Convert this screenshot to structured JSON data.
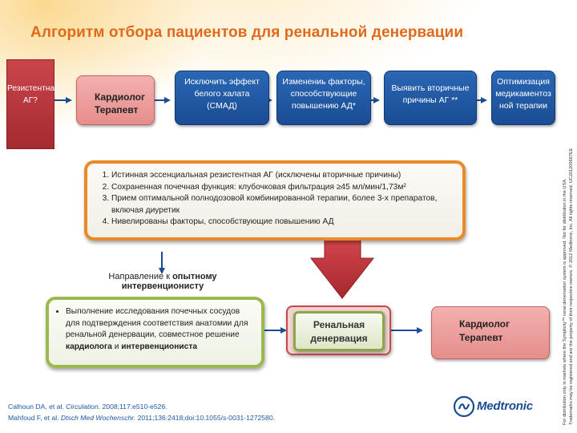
{
  "title": "Алгоритм отбора пациентов для ренальной денервации",
  "flow": {
    "resistant": "Резистентная АГ?",
    "cardiologist_top": "Кардиолог Терапевт",
    "exclude_white_coat": "Исключить эффект белого халата (СМАД)",
    "change_factors": "Изменениь факторы, способствующие повышению АД*",
    "secondary_causes": "Выявить вторичные причины АГ **",
    "optimize": "Оптимизация медикаментоз ной терапии"
  },
  "criteria": [
    "Истинная эссенциальная резистентная АГ (исключены вторичные причины)",
    "Сохраненная почечная функция: клубочковая фильтрация ≥45 мл/мин/1,73м²",
    "Прием оптимальной полнодозовой комбинированной терапии, более 3-х препаратов, включая диуретик",
    "Нивелированы факторы, способствующие повышению АД"
  ],
  "referral": {
    "line1_plain": "Направление к ",
    "line1_bold": "опытному",
    "line2_bold": "интервенционисту"
  },
  "consult": {
    "text": "Выполнение исследования почечных сосудов для подтверждения соответствия анатомии для ренальной денервации, совместное решение ",
    "bold1": "кардиолога",
    "mid": " и ",
    "bold2": "интервенциониста"
  },
  "renal": "Ренальная денервация",
  "cardiologist_bottom": "Кардиолог Терапевт",
  "references": {
    "ref1_authors": "Calhoun DA,  et al. ",
    "ref1_journal": "Circulation.",
    "ref1_rest": " 2008;117:e510-e526.",
    "ref2_authors": "Mahfoud F, et al. ",
    "ref2_journal": "Dtsch Med Wochenschr.",
    "ref2_rest": " 2011;136:2418;doi:10.1055/s-0031-1272580."
  },
  "logo": {
    "name": "Medtronic"
  },
  "disclaimer": {
    "line1": "For distribution only in markets where the Symplicity™ renal denervation system is approved. Not for distribution in the USA.",
    "line2": "Trademarks may be registered and are the property of their respective owners. © 2012 Medtronic, Inc. All rights reserved. UC201205667EE"
  },
  "colors": {
    "title": "#e06a1b",
    "blue": "#1a4c93",
    "red": "#a52a31",
    "orange": "#ea8a26",
    "green": "#9bb94f"
  }
}
